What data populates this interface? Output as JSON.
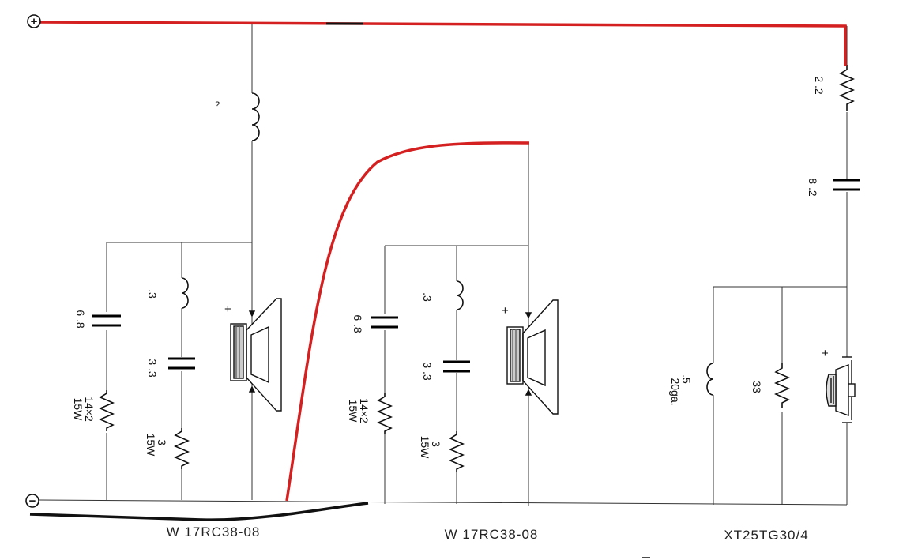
{
  "terminals": {
    "positive": "+",
    "negative": "−"
  },
  "colors": {
    "red_wire": "#d42020",
    "black_wire": "#111111",
    "schematic": "#333333"
  },
  "woofer_section_1": {
    "inductor_top": "?",
    "cap_series": "6 .8",
    "res_series_a": "14×2",
    "res_series_b": "15W",
    "notch_inductor": ".3",
    "notch_cap": "3 .3",
    "notch_res_a": "3",
    "notch_res_b": "15W",
    "driver_polarity": "+",
    "driver_name": "W 17RC38-08"
  },
  "woofer_section_2": {
    "cap_series": "6 .8",
    "res_series_a": "14×2",
    "res_series_b": "15W",
    "notch_inductor": ".3",
    "notch_cap": "3 .3",
    "notch_res_a": "3",
    "notch_res_b": "15W",
    "driver_polarity": "+",
    "driver_name": "W 17RC38-08"
  },
  "tweeter_section": {
    "series_res": "2 .2",
    "series_cap": "8 .2",
    "shunt_inductor_a": ".5",
    "shunt_inductor_b": "20ga.",
    "shunt_res": "33",
    "driver_polarity": "+",
    "driver_name": "XT25TG30/4"
  }
}
